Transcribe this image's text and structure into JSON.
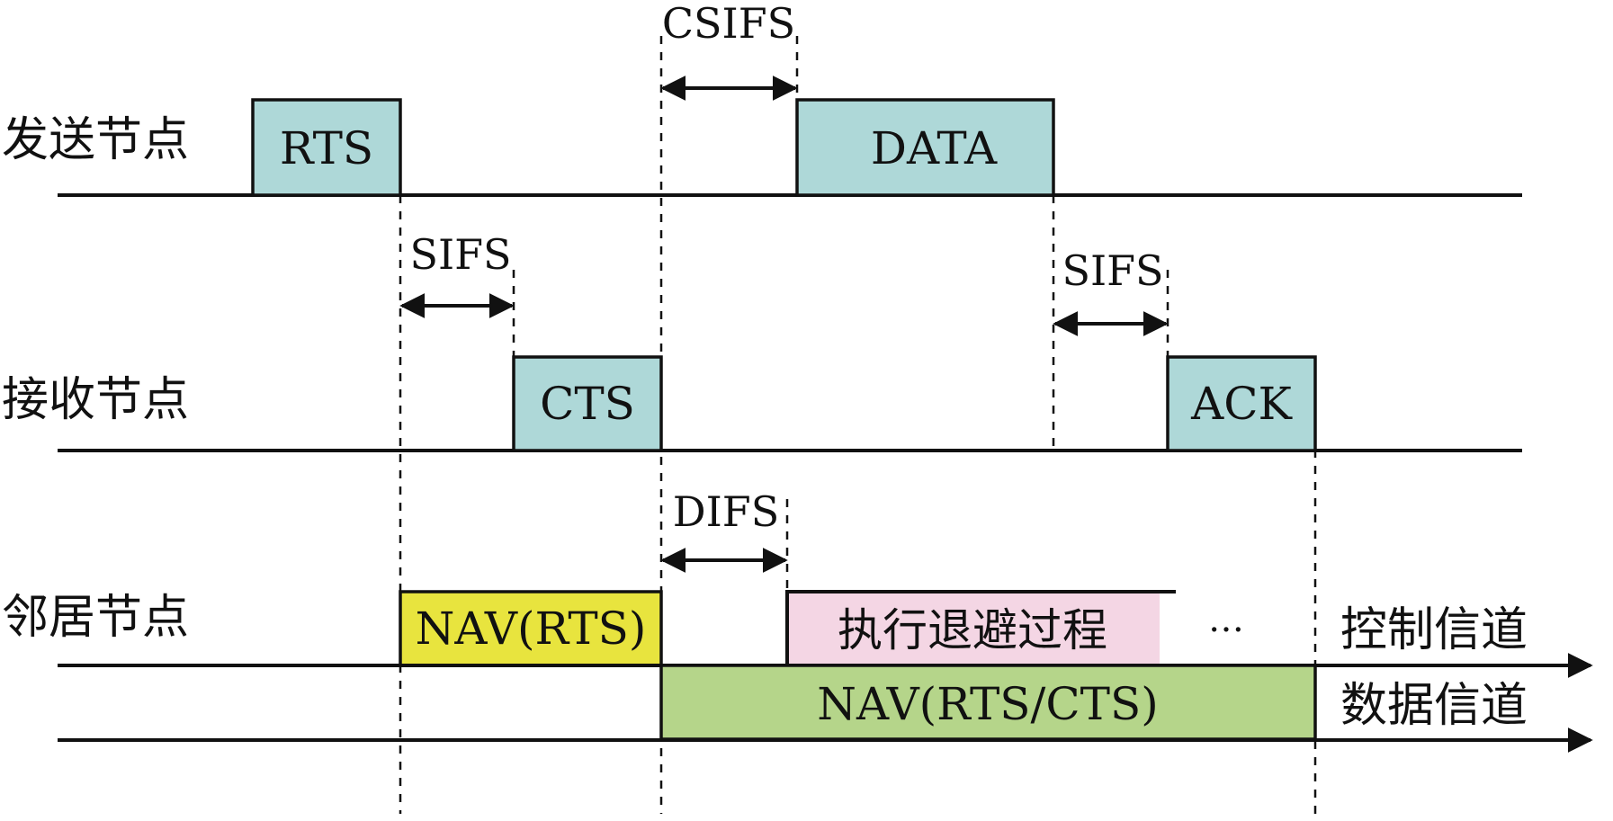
{
  "rows": {
    "sender": "发送节点",
    "receiver": "接收节点",
    "neighbor": "邻居节点"
  },
  "frames": {
    "rts": "RTS",
    "data": "DATA",
    "cts": "CTS",
    "ack": "ACK"
  },
  "intervals": {
    "csifs": "CSIFS",
    "sifs_1": "SIFS",
    "sifs_2": "SIFS",
    "difs": "DIFS"
  },
  "neighbor_blocks": {
    "nav_rts": "NAV(RTS)",
    "backoff": "执行退避过程",
    "ellipsis": "…",
    "nav_rts_cts": "NAV(RTS/CTS)"
  },
  "channels": {
    "control": "控制信道",
    "data": "数据信道"
  },
  "colors": {
    "frame_fill": "#aed8d8",
    "nav_rts_fill": "#e8e43e",
    "backoff_fill": "#f4d6e4",
    "nav_rts_cts_fill": "#b5d58a"
  }
}
